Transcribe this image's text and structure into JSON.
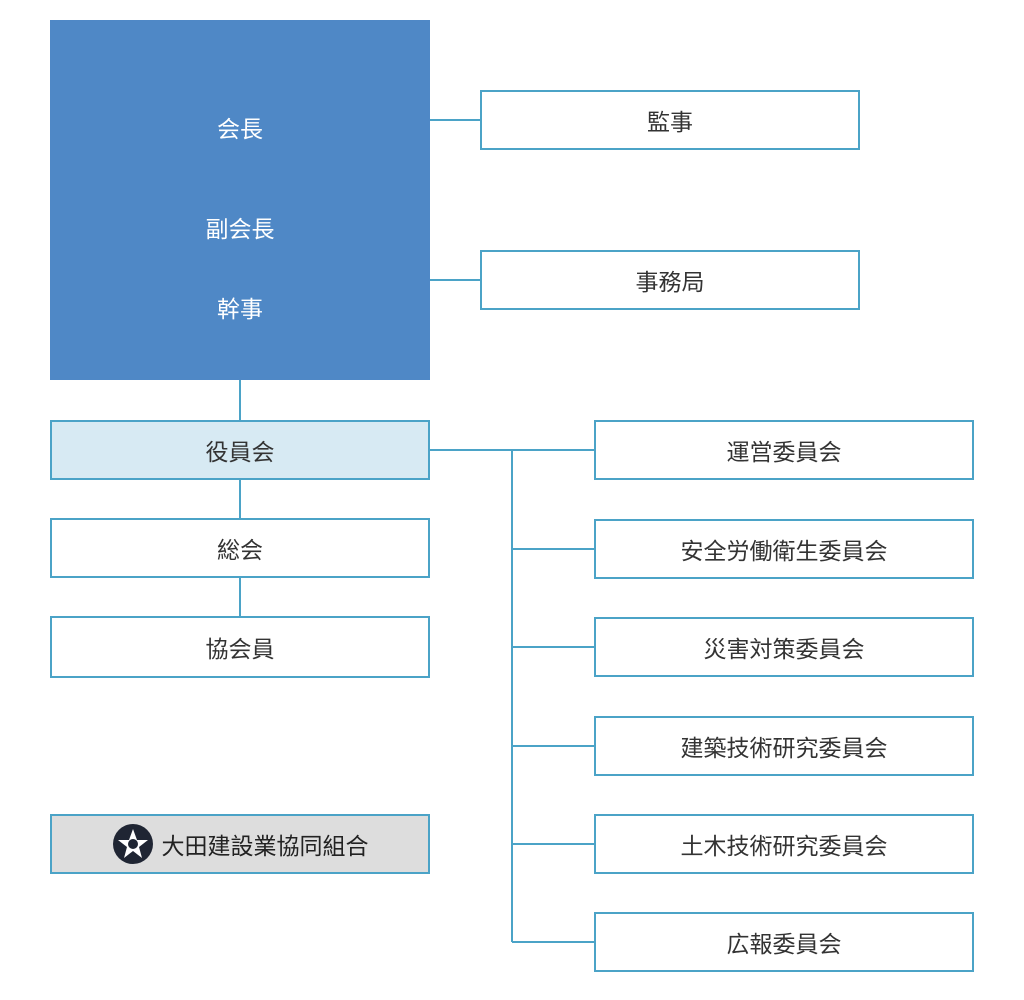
{
  "leadership": {
    "roles": [
      "会長",
      "副会長",
      "幹事"
    ]
  },
  "auditor": "監事",
  "secretariat": "事務局",
  "board": "役員会",
  "general_meeting": "総会",
  "members": "協会員",
  "committees": [
    "運営委員会",
    "安全労働衛生委員会",
    "災害対策委員会",
    "建築技術研究委員会",
    "土木技術研究委員会",
    "広報委員会"
  ],
  "association": "大田建設業協同組合",
  "colors": {
    "leadership_bg": "#4f88c6",
    "border": "#4ba3c7",
    "board_bg": "#d7eaf3",
    "association_bg": "#dddddd"
  }
}
